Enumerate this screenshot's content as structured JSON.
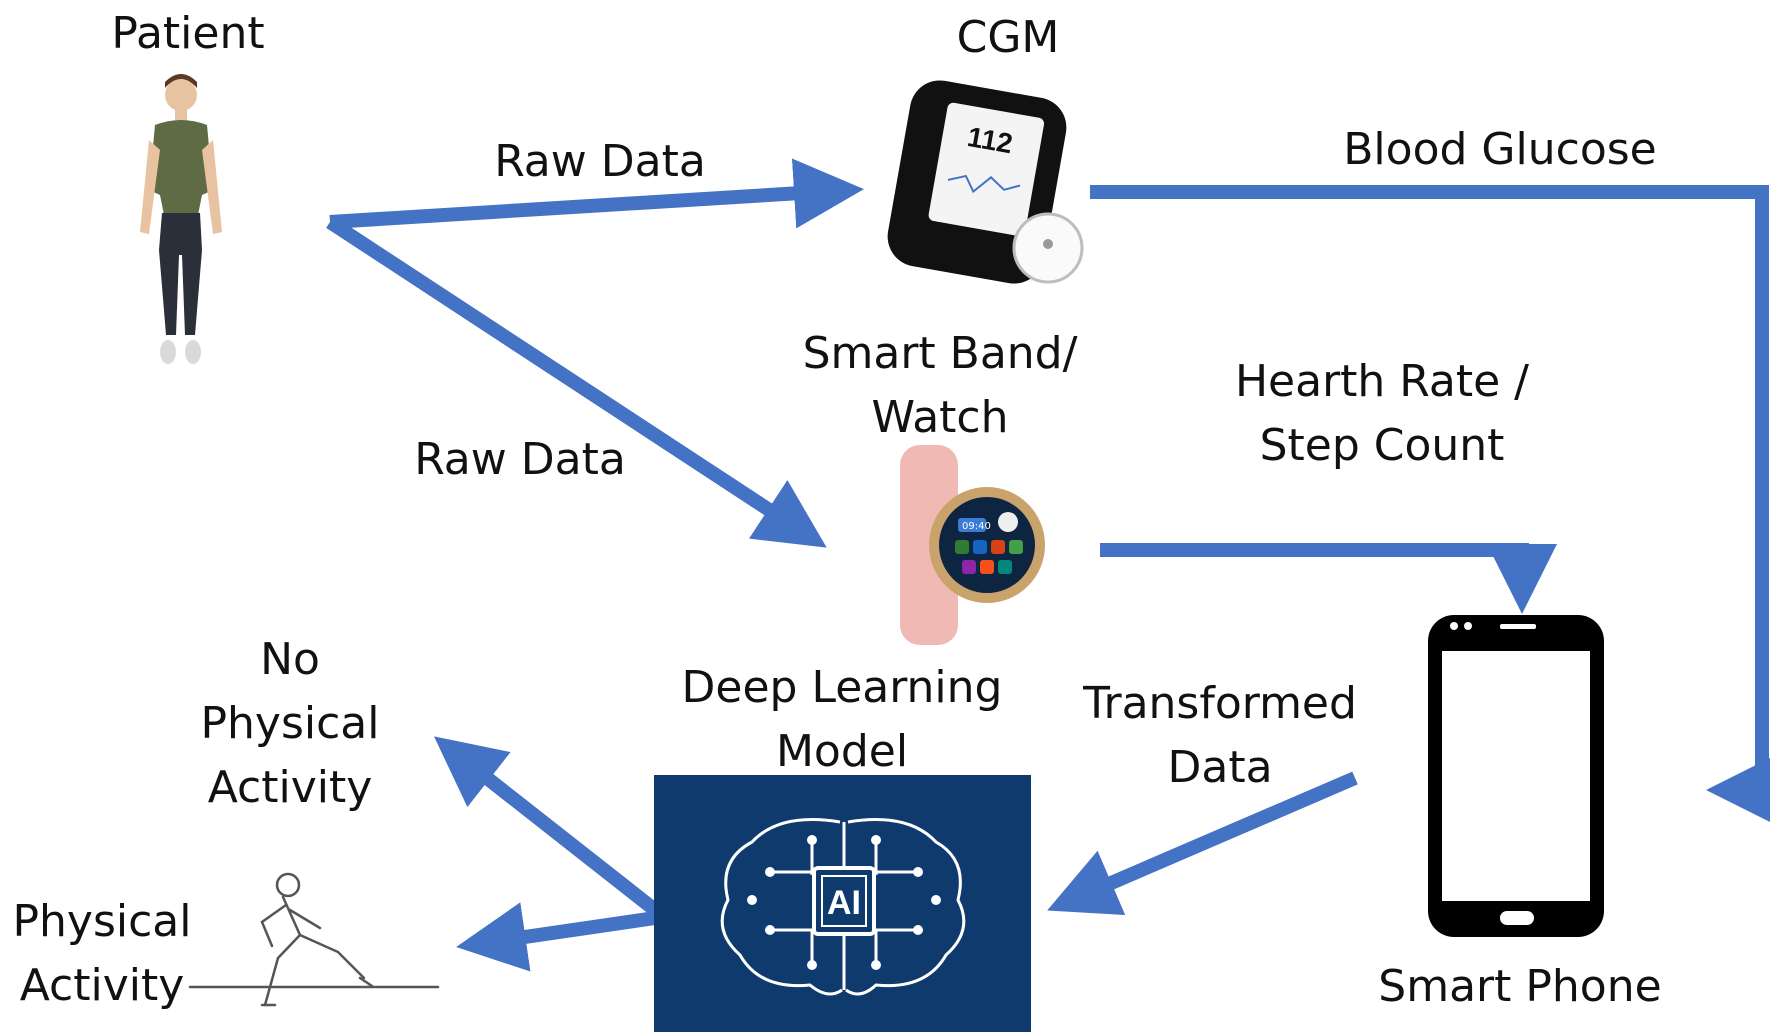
{
  "labels": {
    "patient": "Patient",
    "cgm": "CGM",
    "raw_data_top": "Raw Data",
    "blood_glucose": "Blood Glucose",
    "smart_band_line1": "Smart Band/",
    "smart_band_line2": "Watch",
    "hearth_rate_line1": "Hearth Rate /",
    "hearth_rate_line2": "Step Count",
    "raw_data_lower": "Raw Data",
    "no_pa_line1": "No",
    "no_pa_line2": "Physical",
    "no_pa_line3": "Activity",
    "dl_line1": "Deep Learning",
    "dl_line2": "Model",
    "transformed_line1": "Transformed",
    "transformed_line2": "Data",
    "pa_line1": "Physical",
    "pa_line2": "Activity",
    "smart_phone": "Smart Phone"
  },
  "cgm_reading": "112",
  "watch_time": "09:40",
  "ai_chip": "AI",
  "colors": {
    "arrow": "#4472C4",
    "ai_panel": "#0F3A6E",
    "watch_band": "#F1B9B3",
    "watch_bezel": "#C9A36B",
    "shirt": "#5F6B45",
    "pants": "#2B2F3A",
    "phone": "#000000"
  }
}
